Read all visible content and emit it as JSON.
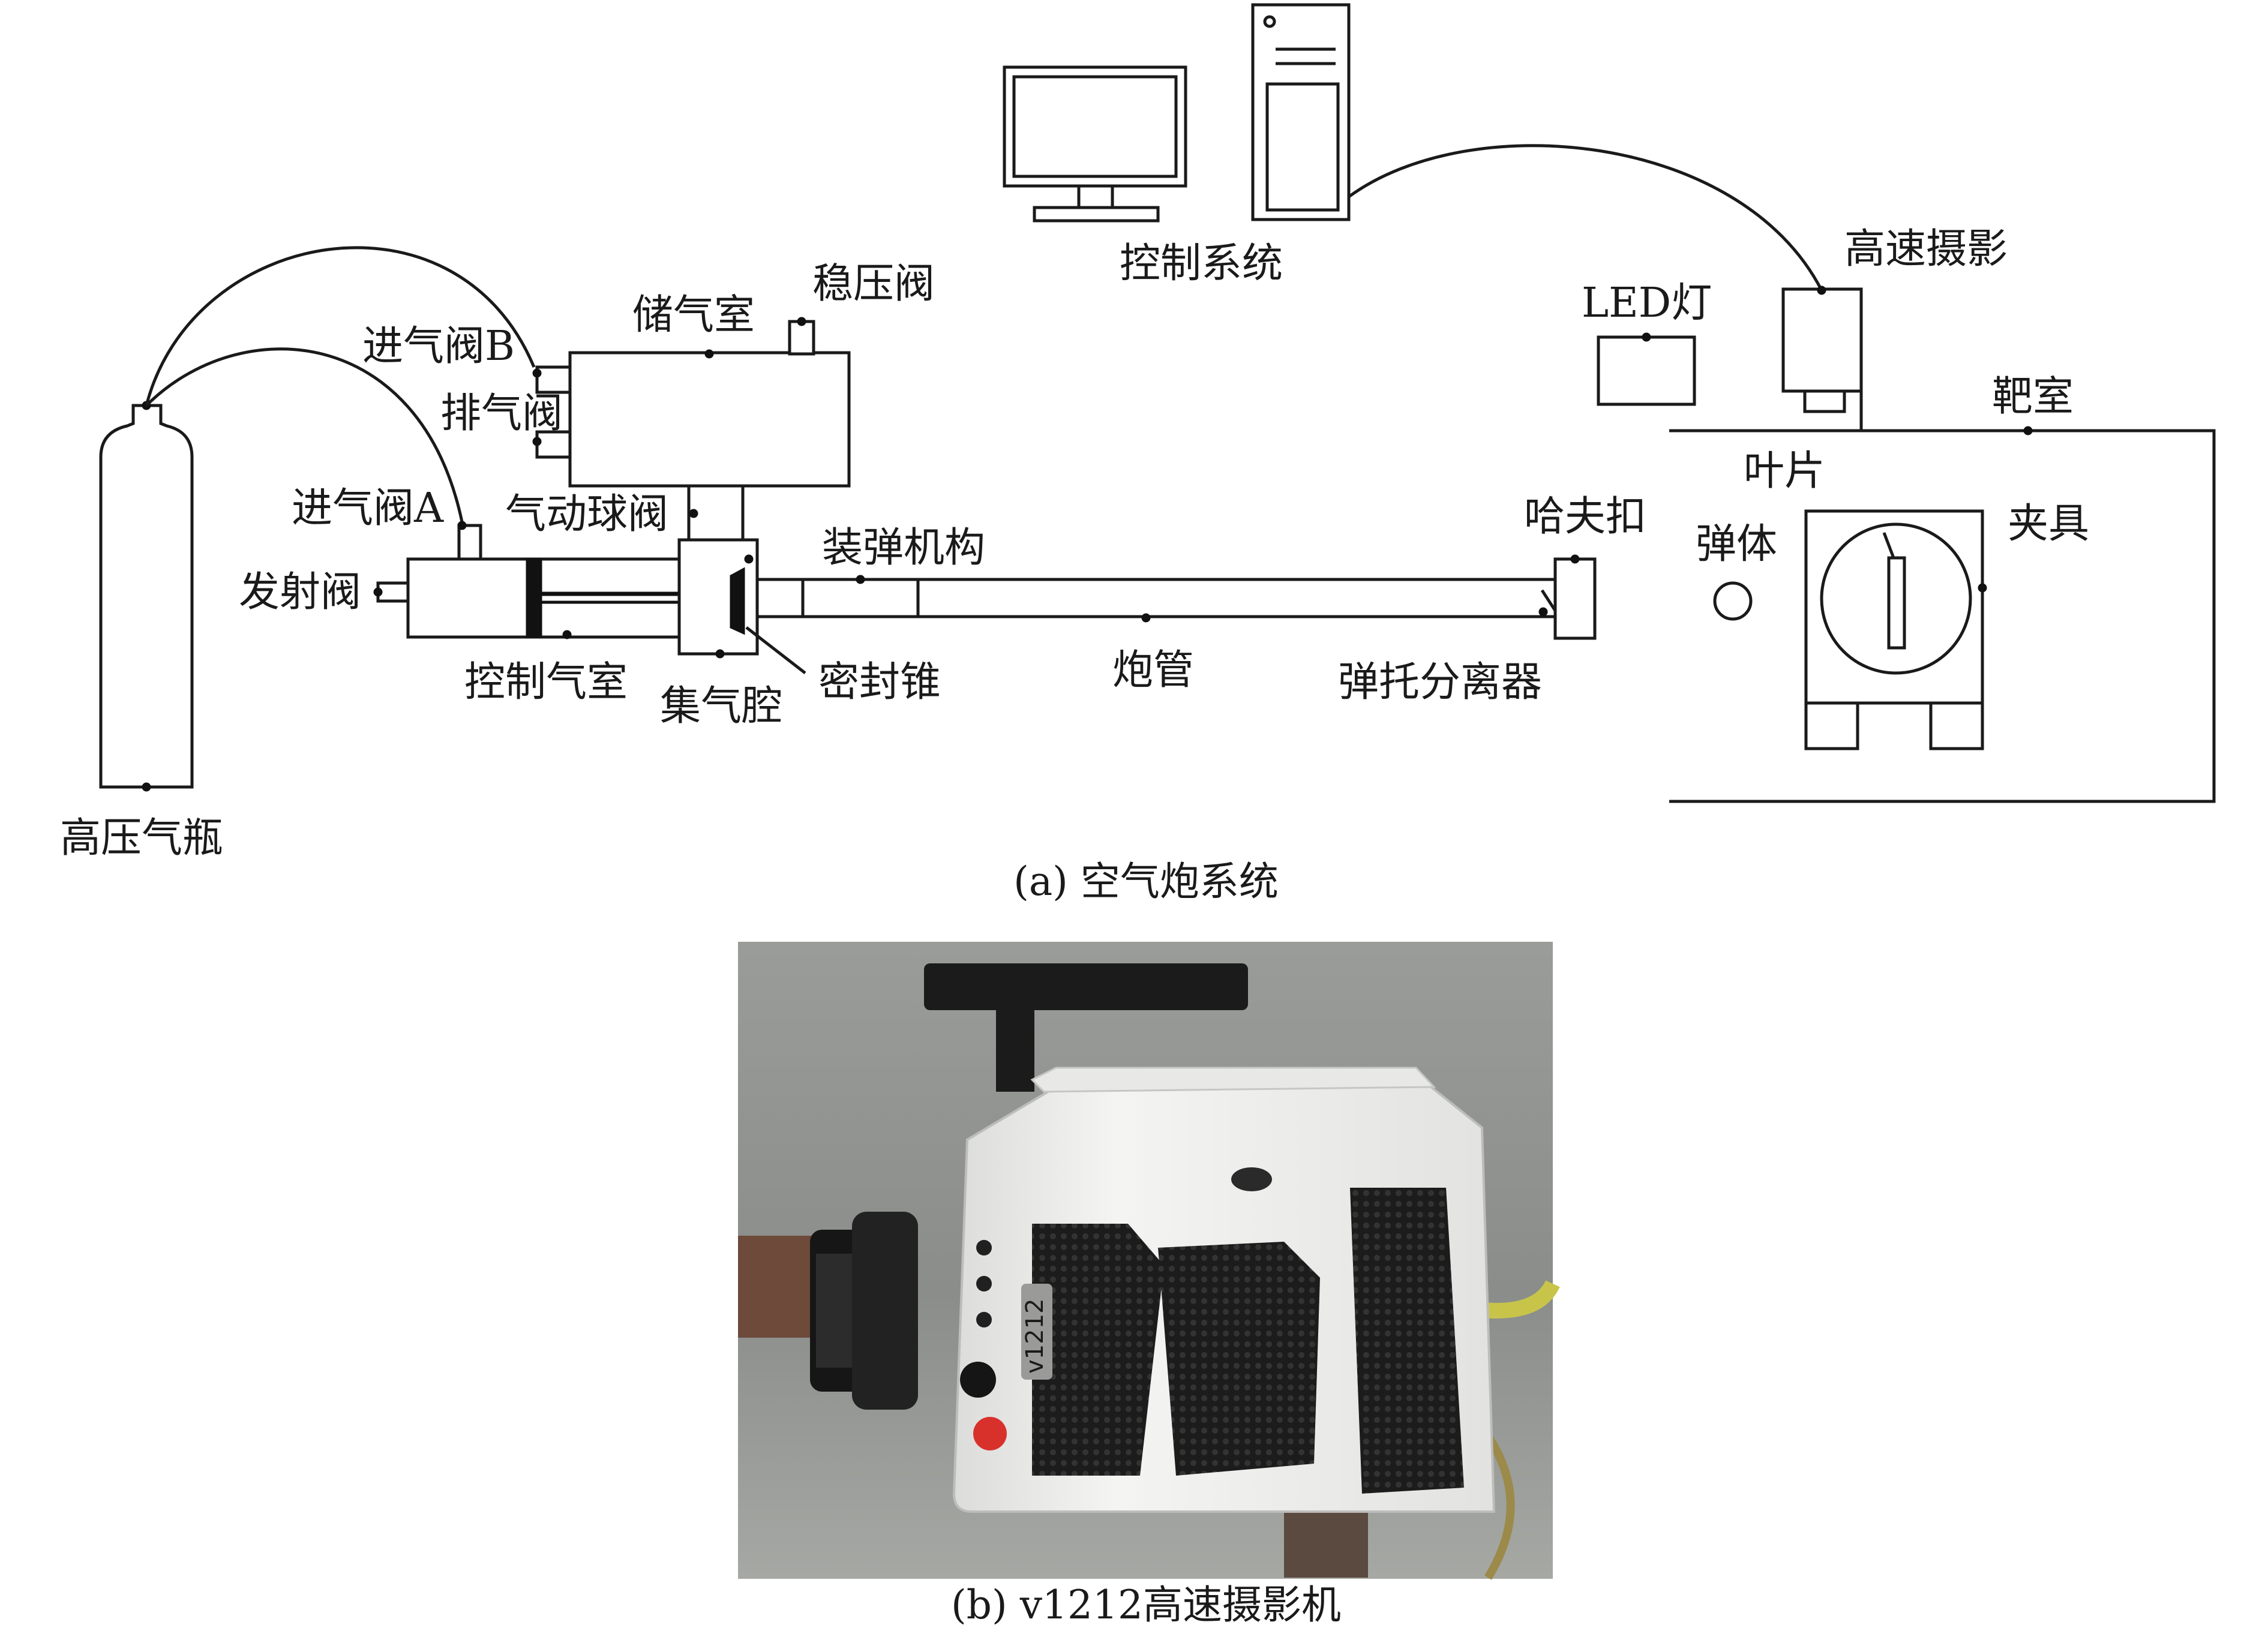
{
  "diagram": {
    "labels": {
      "gas_cylinder": "高压气瓶",
      "inlet_valve_b": "进气阀B",
      "exhaust_valve": "排气阀",
      "inlet_valve_a": "进气阀A",
      "fire_valve": "发射阀",
      "storage_chamber": "储气室",
      "regulator_valve": "稳压阀",
      "pneumatic_ball_valve": "气动球阀",
      "control_chamber": "控制气室",
      "manifold_chamber": "集气腔",
      "sealing_cone": "密封锥",
      "loading_mechanism": "装弹机构",
      "barrel": "炮管",
      "sabot_separator": "弹托分离器",
      "hoff_clamp": "哈夫扣",
      "control_system": "控制系统",
      "high_speed_camera": "高速摄影",
      "led_light": "LED灯",
      "target_chamber": "靶室",
      "blade": "叶片",
      "projectile": "弹体",
      "fixture": "夹具"
    }
  },
  "captions": {
    "a": "(a) 空气炮系统",
    "b": "(b) v1212高速摄影机"
  },
  "photo": {
    "model_text": "v1212"
  },
  "colors": {
    "line": "#1a1a1a",
    "camera_body": "#eeeeec",
    "photo_background": "#8c8f8c"
  }
}
